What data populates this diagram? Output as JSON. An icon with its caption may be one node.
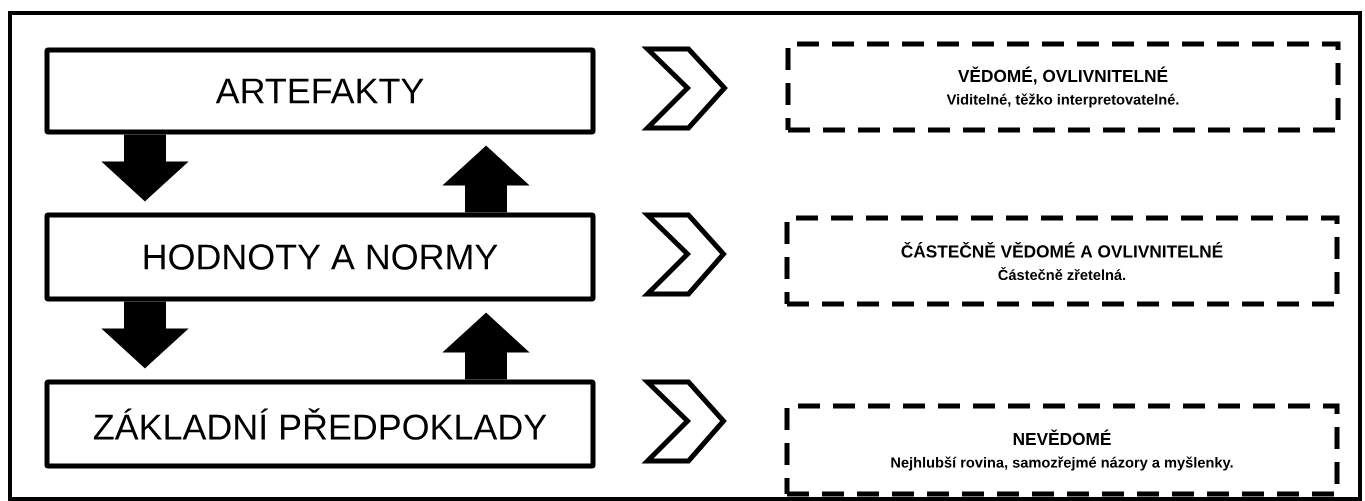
{
  "diagram": {
    "nodes": [
      {
        "text": [
          "ARTEFAKTY"
        ]
      },
      {
        "text": [
          "HODNOTY A NORMY"
        ]
      },
      {
        "text": [
          "ZÁKLADNÍ PŘEDPOKLADY"
        ]
      },
      {
        "text": [
          "VĚDOMÉ, OVLIVNITELNÉ",
          "Viditelné, těžko interpretovatelné."
        ]
      },
      {
        "text": [
          "ČÁSTEČNĚ VĚDOMÉ A OVLIVNITELNÉ",
          "Částečně zřetelná."
        ]
      },
      {
        "text": [
          "NEVĚDOMÉ",
          "Nejhlubší rovina, samozřejmé názory a myšlenky."
        ]
      }
    ],
    "edges": [
      {
        "from": 0,
        "to": 1,
        "arrow": "to"
      },
      {
        "from": 1,
        "to": 0,
        "arrow": "to"
      },
      {
        "from": 1,
        "to": 2,
        "arrow": "to"
      },
      {
        "from": 2,
        "to": 1,
        "arrow": "to"
      },
      {
        "from": 0,
        "to": 3,
        "arrow": "to"
      },
      {
        "from": 1,
        "to": 4,
        "arrow": "to"
      },
      {
        "from": 2,
        "to": 5,
        "arrow": "to"
      }
    ]
  }
}
